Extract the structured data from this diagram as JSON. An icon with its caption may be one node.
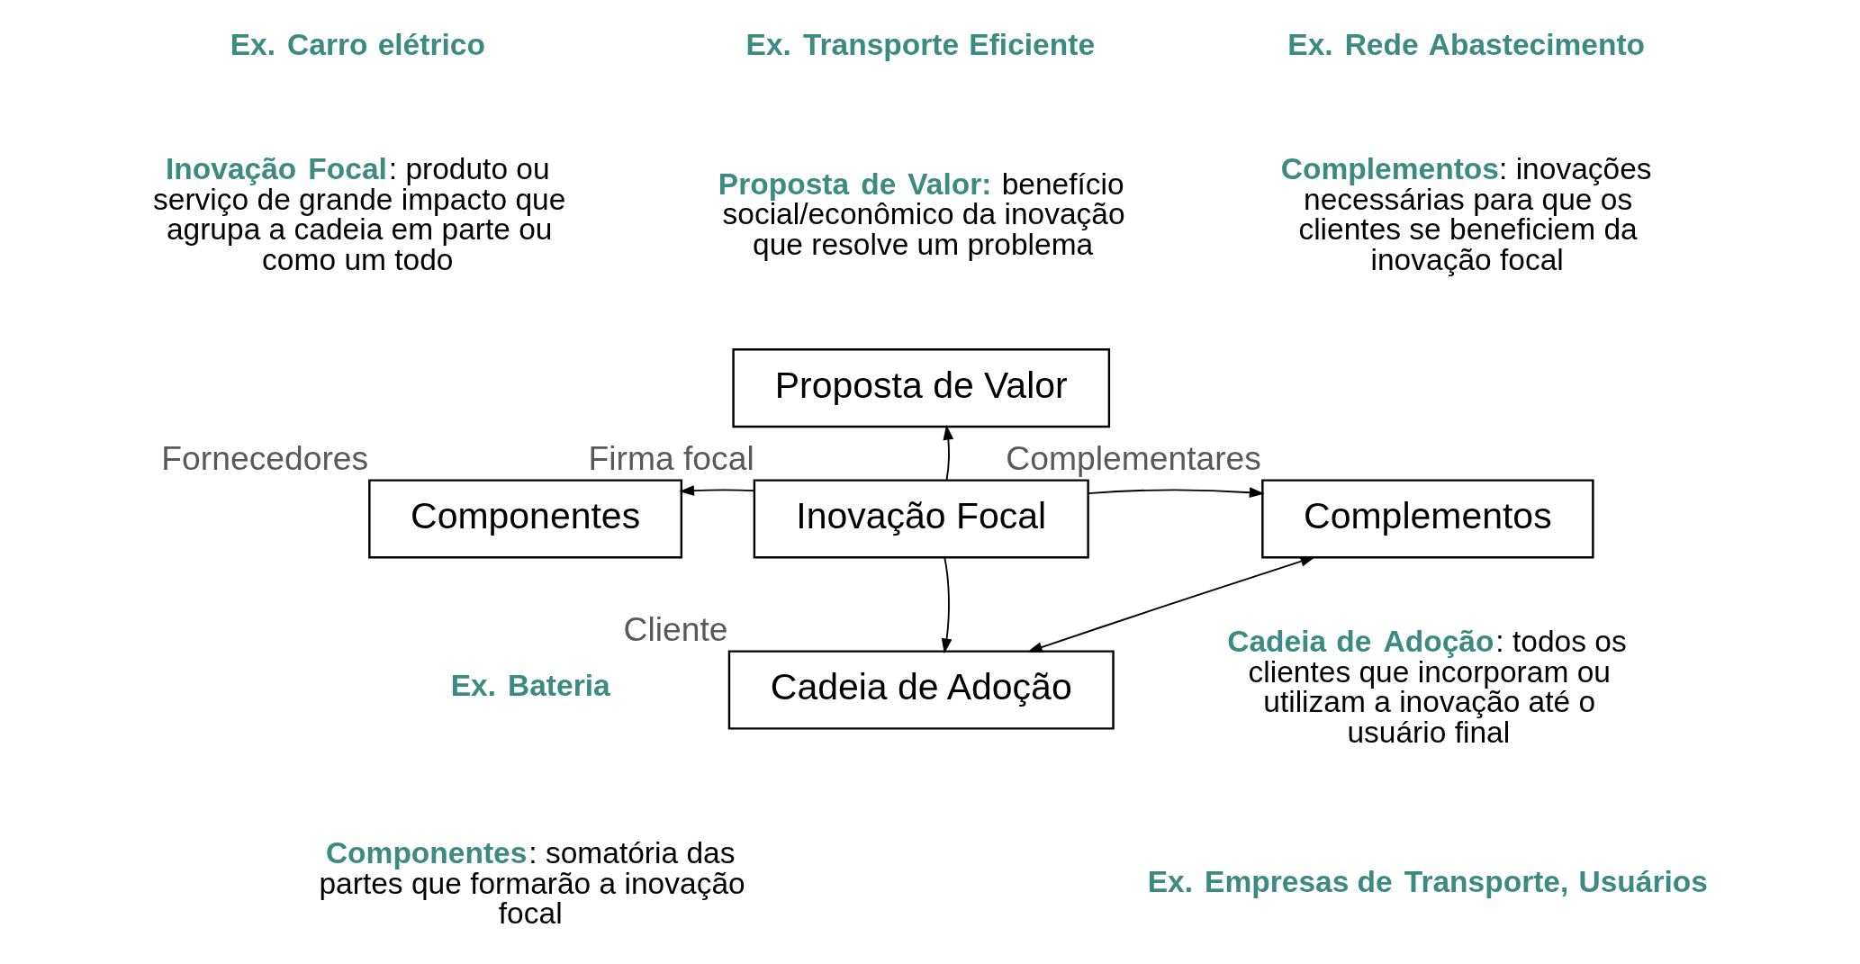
{
  "diagram": {
    "nodes": [
      {
        "text": [
          "Proposta de Valor"
        ]
      },
      {
        "text": [
          "Componentes"
        ],
        "beside": [
          "Fornecedores"
        ]
      },
      {
        "text": [
          "Inovação Focal"
        ],
        "beside": [
          "Firma focal"
        ]
      },
      {
        "text": [
          "Complementos"
        ],
        "beside": [
          "Complementares"
        ]
      },
      {
        "text": [
          "Cadeia de Adoção"
        ],
        "beside": [
          "Cliente"
        ]
      }
    ],
    "edges": [
      {
        "from": 2,
        "to": 0,
        "arrow": "to"
      },
      {
        "from": 2,
        "to": 1,
        "arrow": "to"
      },
      {
        "from": 2,
        "to": 3,
        "arrow": "to"
      },
      {
        "from": 2,
        "to": 4,
        "arrow": "to"
      },
      {
        "from": 4,
        "to": 3,
        "arrow": "both"
      }
    ],
    "labels": [
      "Ex. Transporte Eficiente",
      "**Proposta de Valor:** benefício social/econômico da inovação que resolve um problema",
      "Ex. Carro elétrico",
      "**Inovação Focal**: produto ou serviço de grande impacto que agrupa a cadeia em parte ou como um todo",
      "Ex. Rede Abastecimento",
      "**Complementos**: inovações necessárias para que os clientes se beneficiem da inovação focal",
      "Ex. Bateria",
      "**Componentes**: somatória das partes que formarão a inovação focal",
      "**Cadeia de Adoção**: todos os clientes que incorporam ou utilizam a inovação até o usuário final",
      "Ex. Empresas de Transporte, Usuários"
    ]
  }
}
